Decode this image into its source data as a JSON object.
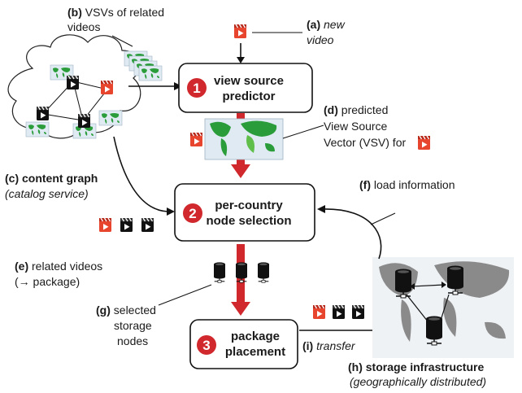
{
  "colors": {
    "accent_red": "#d0282c",
    "map_green": "#2a9d3a",
    "map_bg": "#dfeaf3",
    "map_grey": "#8a8a8a",
    "icon_red": "#e8452e",
    "icon_black": "#111111"
  },
  "icons": [
    "video-clapper-icon",
    "database-icon",
    "world-map-icon",
    "cloud-icon"
  ],
  "labels": {
    "a": {
      "tag": "(a)",
      "line1": "new",
      "line2": "video"
    },
    "b": {
      "tag": "(b)",
      "line1": "VSVs of related",
      "line2": "videos"
    },
    "c": {
      "line1": "(c) content graph",
      "line2": "(catalog service)"
    },
    "d": {
      "tag": "(d)",
      "line1": "predicted",
      "line2": "View Source",
      "line3": "Vector (VSV) for"
    },
    "e": {
      "tag": "(e)",
      "line1": "related videos",
      "line2": "(→ package)"
    },
    "f": {
      "tag": "(f)",
      "line1": "load information"
    },
    "g": {
      "tag": "(g)",
      "line1": "selected",
      "line2": "storage",
      "line3": "nodes"
    },
    "h": {
      "line1": "(h) storage infrastructure",
      "line2": "(geographically distributed)"
    },
    "i": {
      "tag": "(i)",
      "line1": "transfer"
    }
  },
  "boxes": {
    "box1": {
      "number": "1",
      "line1": "view source",
      "line2": "predictor"
    },
    "box2": {
      "number": "2",
      "line1": "per-country",
      "line2": "node selection"
    },
    "box3": {
      "number": "3",
      "line1": "package",
      "line2": "placement"
    }
  }
}
